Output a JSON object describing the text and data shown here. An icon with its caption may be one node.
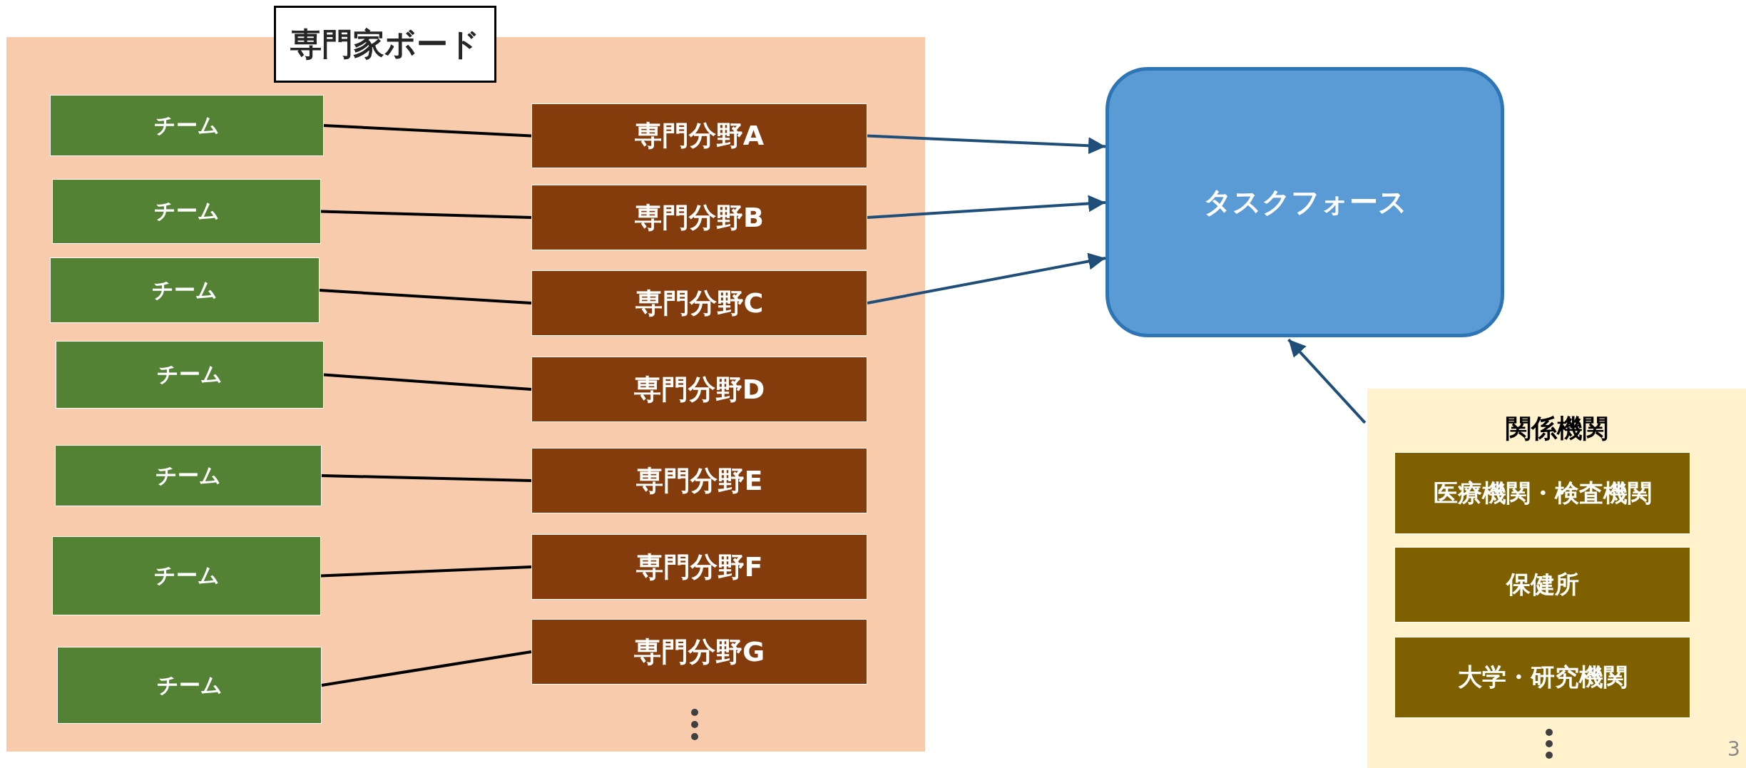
{
  "diagram": {
    "nodes": [
      {
        "text": [
          "専門家ボード"
        ]
      },
      {
        "text": [
          "チーム"
        ],
        "in": 0
      },
      {
        "text": [
          "チーム"
        ],
        "in": 0
      },
      {
        "text": [
          "チーム"
        ],
        "in": 0
      },
      {
        "text": [
          "チーム"
        ],
        "in": 0
      },
      {
        "text": [
          "チーム"
        ],
        "in": 0
      },
      {
        "text": [
          "チーム"
        ],
        "in": 0
      },
      {
        "text": [
          "チーム"
        ],
        "in": 0
      },
      {
        "text": [
          "専門分野A"
        ],
        "in": 0
      },
      {
        "text": [
          "専門分野B"
        ],
        "in": 0
      },
      {
        "text": [
          "専門分野C"
        ],
        "in": 0
      },
      {
        "text": [
          "専門分野D"
        ],
        "in": 0
      },
      {
        "text": [
          "専門分野E"
        ],
        "in": 0
      },
      {
        "text": [
          "専門分野F"
        ],
        "in": 0
      },
      {
        "text": [
          "専門分野G"
        ],
        "in": 0
      },
      {
        "text": [
          "タスクフォース"
        ]
      },
      {
        "text": [
          "関係機関"
        ]
      },
      {
        "text": [
          "医療機関・検査機関"
        ],
        "in": 16
      },
      {
        "text": [
          "保健所"
        ],
        "in": 16
      },
      {
        "text": [
          "大学・研究機関"
        ],
        "in": 16
      }
    ],
    "edges": [
      {
        "from": 1,
        "to": 8,
        "arrow": "none"
      },
      {
        "from": 2,
        "to": 9,
        "arrow": "none"
      },
      {
        "from": 3,
        "to": 10,
        "arrow": "none"
      },
      {
        "from": 4,
        "to": 11,
        "arrow": "none"
      },
      {
        "from": 5,
        "to": 12,
        "arrow": "none"
      },
      {
        "from": 6,
        "to": 13,
        "arrow": "none"
      },
      {
        "from": 7,
        "to": 14,
        "arrow": "none"
      },
      {
        "from": 8,
        "to": 15,
        "arrow": "to",
        "color": "#1f4e79"
      },
      {
        "from": 9,
        "to": 15,
        "arrow": "to",
        "color": "#1f4e79"
      },
      {
        "from": 10,
        "to": 15,
        "arrow": "to",
        "color": "#1f4e79"
      },
      {
        "from": 16,
        "to": 15,
        "arrow": "to",
        "color": "#1f4e79"
      }
    ],
    "labels": [
      "3"
    ]
  }
}
